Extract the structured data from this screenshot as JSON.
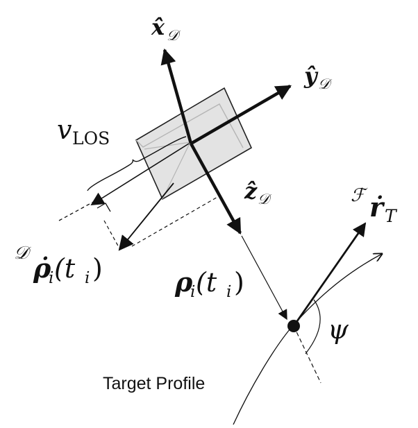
{
  "labels": {
    "x_axis": {
      "main": "x̂",
      "sub": "𝒟"
    },
    "y_axis": {
      "main": "ŷ",
      "sub": "𝒟"
    },
    "z_axis": {
      "main": "ẑ",
      "sub": "𝒟"
    },
    "v_los": {
      "main": "v",
      "sub": "LOS"
    },
    "rho_dot": {
      "frame": "𝒟",
      "main": "ρ̇",
      "sub": "i",
      "arg": "(t",
      "arg_sub": "i",
      "close": ")"
    },
    "rho": {
      "main": "ρ",
      "sub": "i",
      "arg": "(t",
      "arg_sub": "i",
      "close": ")"
    },
    "r_dot": {
      "frame": "ℱ",
      "main": "ṙ",
      "sub": "T"
    },
    "psi": "ψ",
    "target_profile": "Target Profile"
  },
  "colors": {
    "ink": "#111111",
    "body_fill": "#e3e3e3",
    "body_stroke": "#222222",
    "inner_line": "#b5b5b5"
  }
}
